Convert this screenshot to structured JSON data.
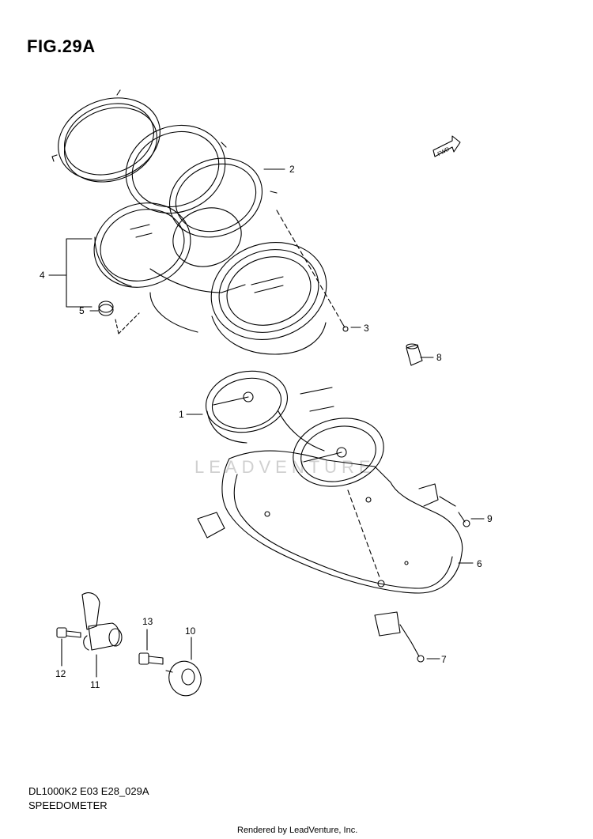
{
  "figure": {
    "title": "FIG.29A"
  },
  "footer": {
    "code": "DL1000K2 E03 E28_029A",
    "name": "SPEEDOMETER"
  },
  "credit": "Rendered by LeadVenture, Inc.",
  "watermark": "LEADVENTURE",
  "fwd_badge": "FWD",
  "callouts": {
    "c1": "1",
    "c2": "2",
    "c3": "3",
    "c4": "4",
    "c5": "5",
    "c6": "6",
    "c7": "7",
    "c8": "8",
    "c9": "9",
    "c10": "10",
    "c11": "11",
    "c12": "12",
    "c13": "13"
  }
}
